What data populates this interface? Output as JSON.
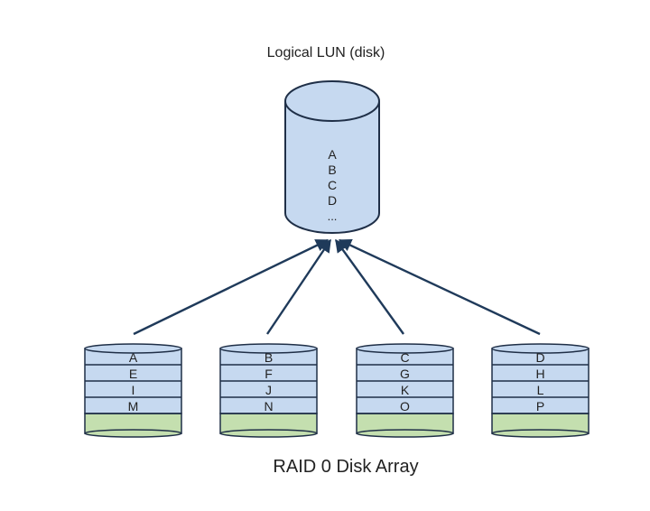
{
  "lun": {
    "title": "Logical LUN (disk)",
    "blocks": [
      "A",
      "B",
      "C",
      "D",
      "..."
    ]
  },
  "caption": "RAID 0 Disk Array",
  "disks": [
    {
      "blocks": [
        "A",
        "E",
        "I",
        "M"
      ]
    },
    {
      "blocks": [
        "B",
        "F",
        "J",
        "N"
      ]
    },
    {
      "blocks": [
        "C",
        "G",
        "K",
        "O"
      ]
    },
    {
      "blocks": [
        "D",
        "H",
        "L",
        "P"
      ]
    }
  ],
  "colors": {
    "cylinder_fill": "#c6d9f0",
    "parity_fill": "#c4dfaf",
    "stroke": "#1f2f47",
    "arrow": "#1f3a5a"
  }
}
